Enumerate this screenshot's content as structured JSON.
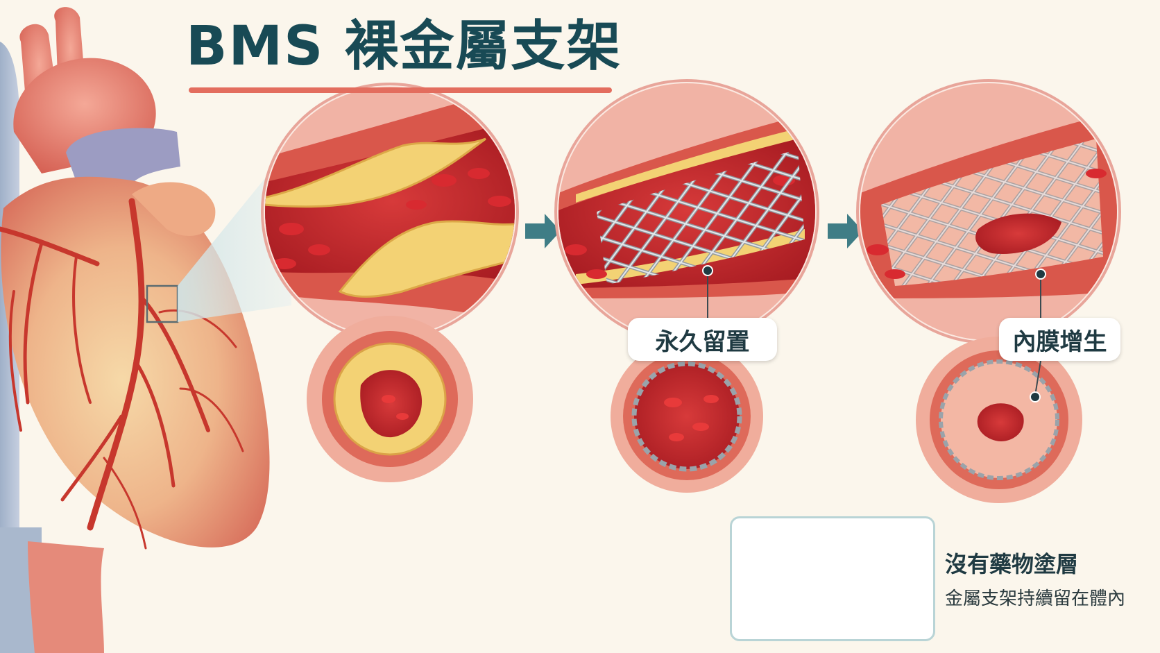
{
  "title": "BMS 裸金屬支架",
  "callouts": {
    "permanent": "永久留置",
    "neointima": "內膜增生"
  },
  "info": {
    "heading": "沒有藥物塗層",
    "subtext": "金屬支架持續留在體內"
  },
  "colors": {
    "title": "#184a55",
    "accent_underline": "#e36d5e",
    "arrow": "#3f7d86",
    "vessel_wall": "#d96a5c",
    "plaque": "#f1cf6e",
    "blood_cell": "#c8202a",
    "stent_metal": "#9aa3aa",
    "background": "#fbf6ec"
  },
  "icons": [
    "heart-illustration",
    "arrow-right-icon",
    "stent-mesh"
  ]
}
